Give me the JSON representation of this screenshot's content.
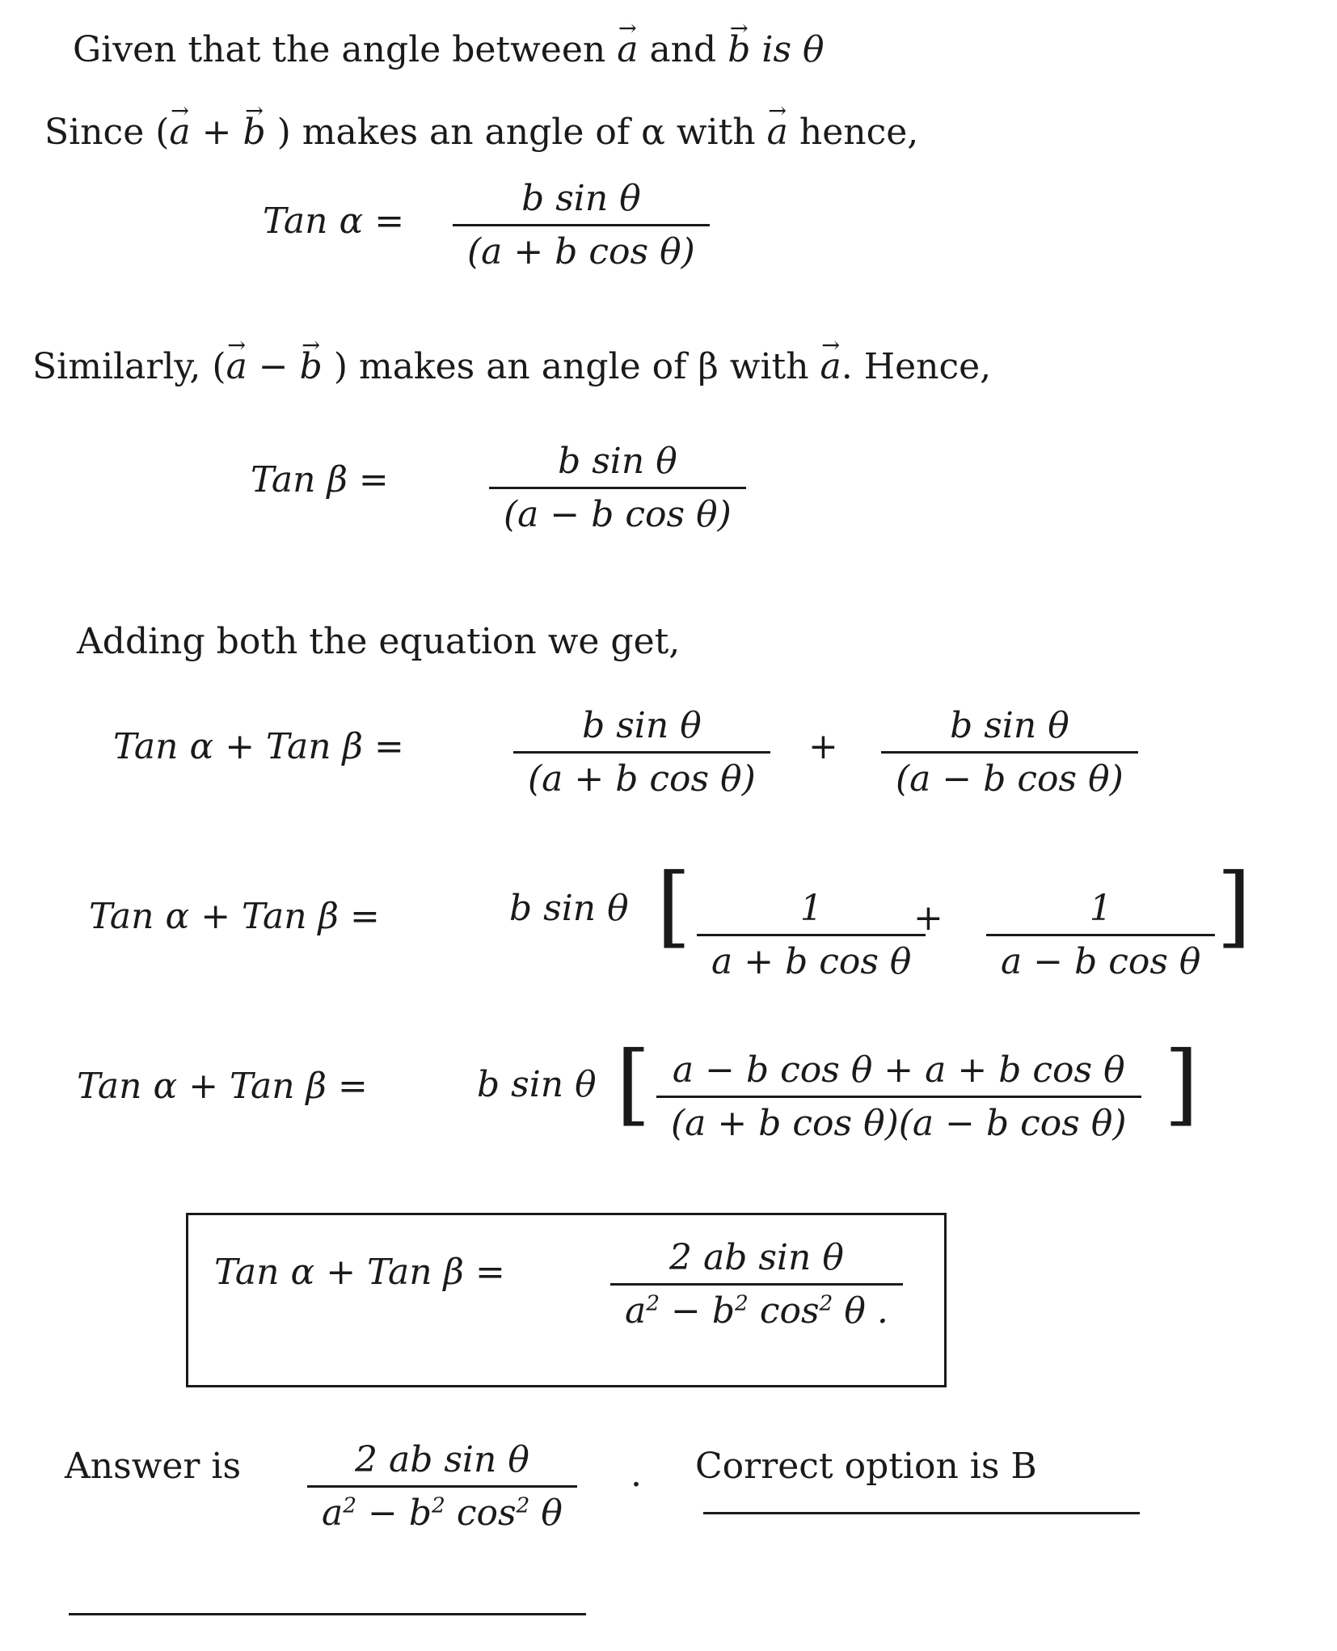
{
  "intro": {
    "line1": {
      "w1": "Given that the angle between",
      "a": "a",
      "w2": "and",
      "b": "b",
      "w3": "is θ"
    },
    "line2": {
      "w1": "Since (",
      "a": "a",
      "plus": " + ",
      "b": "b",
      "w2": ") makes an angle of α with",
      "a2": "a",
      "w3": "hence,"
    }
  },
  "eq1": {
    "lhs": "Tan α =",
    "num": "b sin θ",
    "den": "(a + b cos θ)"
  },
  "similarly": {
    "w1": "Similarly, (",
    "a": "a",
    "minus": " − ",
    "b": "b",
    "w2": ") makes an angle of β with",
    "a2": "a",
    "w3": ". Hence,"
  },
  "eq2": {
    "lhs": "Tan β =",
    "num": "b sin θ",
    "den": "(a − b cos θ)"
  },
  "adding": "Adding both the equation we get,",
  "eq3": {
    "lhs": "Tan α + Tan β =",
    "num1": "b sin θ",
    "den1": "(a + b cos θ)",
    "plus": "+",
    "num2": "b sin θ",
    "den2": "(a − b cos θ)"
  },
  "eq4": {
    "lhs": "Tan α + Tan β =",
    "factor": "b sin θ",
    "num1": "1",
    "den1": "a + b cos θ",
    "plus": "+",
    "num2": "1",
    "den2": "a − b cos θ"
  },
  "eq5": {
    "lhs": "Tan α + Tan β =",
    "factor": "b sin θ",
    "num": "a − b cos θ + a + b cos θ",
    "den": "(a + b cos θ)(a − b cos θ)"
  },
  "eq6": {
    "lhs": "Tan α + Tan β =",
    "num": "2 ab sin θ",
    "den_a": "a",
    "den_mid": " − b",
    "den_cos": " cos",
    "den_end": " θ",
    "sq": "2",
    "period": "."
  },
  "answer": {
    "label": "Answer is",
    "num": "2 ab sin θ",
    "den_a": "a",
    "den_mid": " − b",
    "den_cos": " cos",
    "den_end": " θ",
    "sq": "2",
    "period": ".",
    "option": "Correct option is B"
  }
}
